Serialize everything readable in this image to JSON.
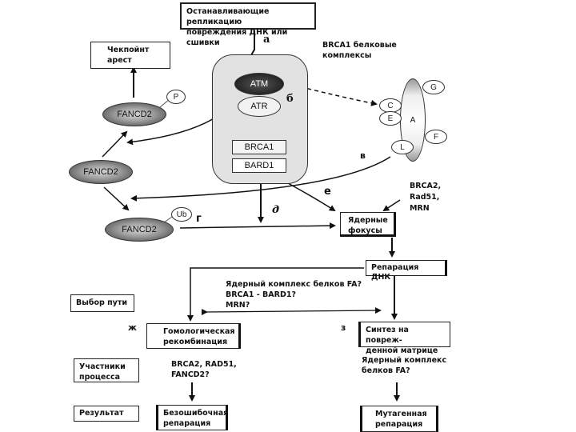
{
  "title_box": {
    "line1": "Останавливающие репликацию",
    "line2": "повреждения ДНК или сшивки"
  },
  "checkpoint_box": {
    "line1": "Чекпойнт",
    "line2": "арест"
  },
  "brca1_complexes_label": {
    "line1": "BRCA1 белковые",
    "line2": "комплексы"
  },
  "cell_proteins": {
    "atm": "ATM",
    "atr": "ATR",
    "brca1": "BRCA1",
    "bard1": "BARD1"
  },
  "fa_core": {
    "center": "A",
    "subunits": [
      "G",
      "C",
      "E",
      "F",
      "L"
    ]
  },
  "fancd2": {
    "phosphorylated": {
      "label": "FANCD2",
      "modifier": "P"
    },
    "unmodified": {
      "label": "FANCD2"
    },
    "ubiquitinated": {
      "label": "FANCD2",
      "modifier": "Ub"
    }
  },
  "step_letters": {
    "a": "а",
    "b": "б",
    "v": "в",
    "g": "г",
    "d": "д",
    "e": "е",
    "zh": "ж",
    "z": "з"
  },
  "factors_label": {
    "line1": "BRCA2,",
    "line2": "Rad51,",
    "line3": "MRN"
  },
  "nuclear_foci_box": {
    "line1": "Ядерные",
    "line2": "фокусы"
  },
  "dna_repair_box": {
    "label": "Репарация ДНК"
  },
  "choice_question": {
    "line1": "Ядерный комплекс белков FA?",
    "line2": "BRCA1 - BARD1?",
    "line3": "MRN?"
  },
  "row_labels": {
    "path_choice": "Выбор пути",
    "participants_line1": "Участники",
    "participants_line2": "процесса",
    "result": "Результат"
  },
  "hr_box": {
    "line1": "Гомологическая",
    "line2": "рекомбинация"
  },
  "tls_box": {
    "line1": "Синтез на повреж-",
    "line2": "денной матрице"
  },
  "hr_participants": {
    "line1": "BRCA2, RAD51,",
    "line2": "FANCD2?"
  },
  "tls_participants": {
    "line1": "Ядерный комплекс",
    "line2": "белков FA?"
  },
  "error_free_box": {
    "line1": "Безошибочная",
    "line2": "репарация"
  },
  "mutagenic_box": {
    "line1": "Мутагенная",
    "line2": "репарация"
  }
}
